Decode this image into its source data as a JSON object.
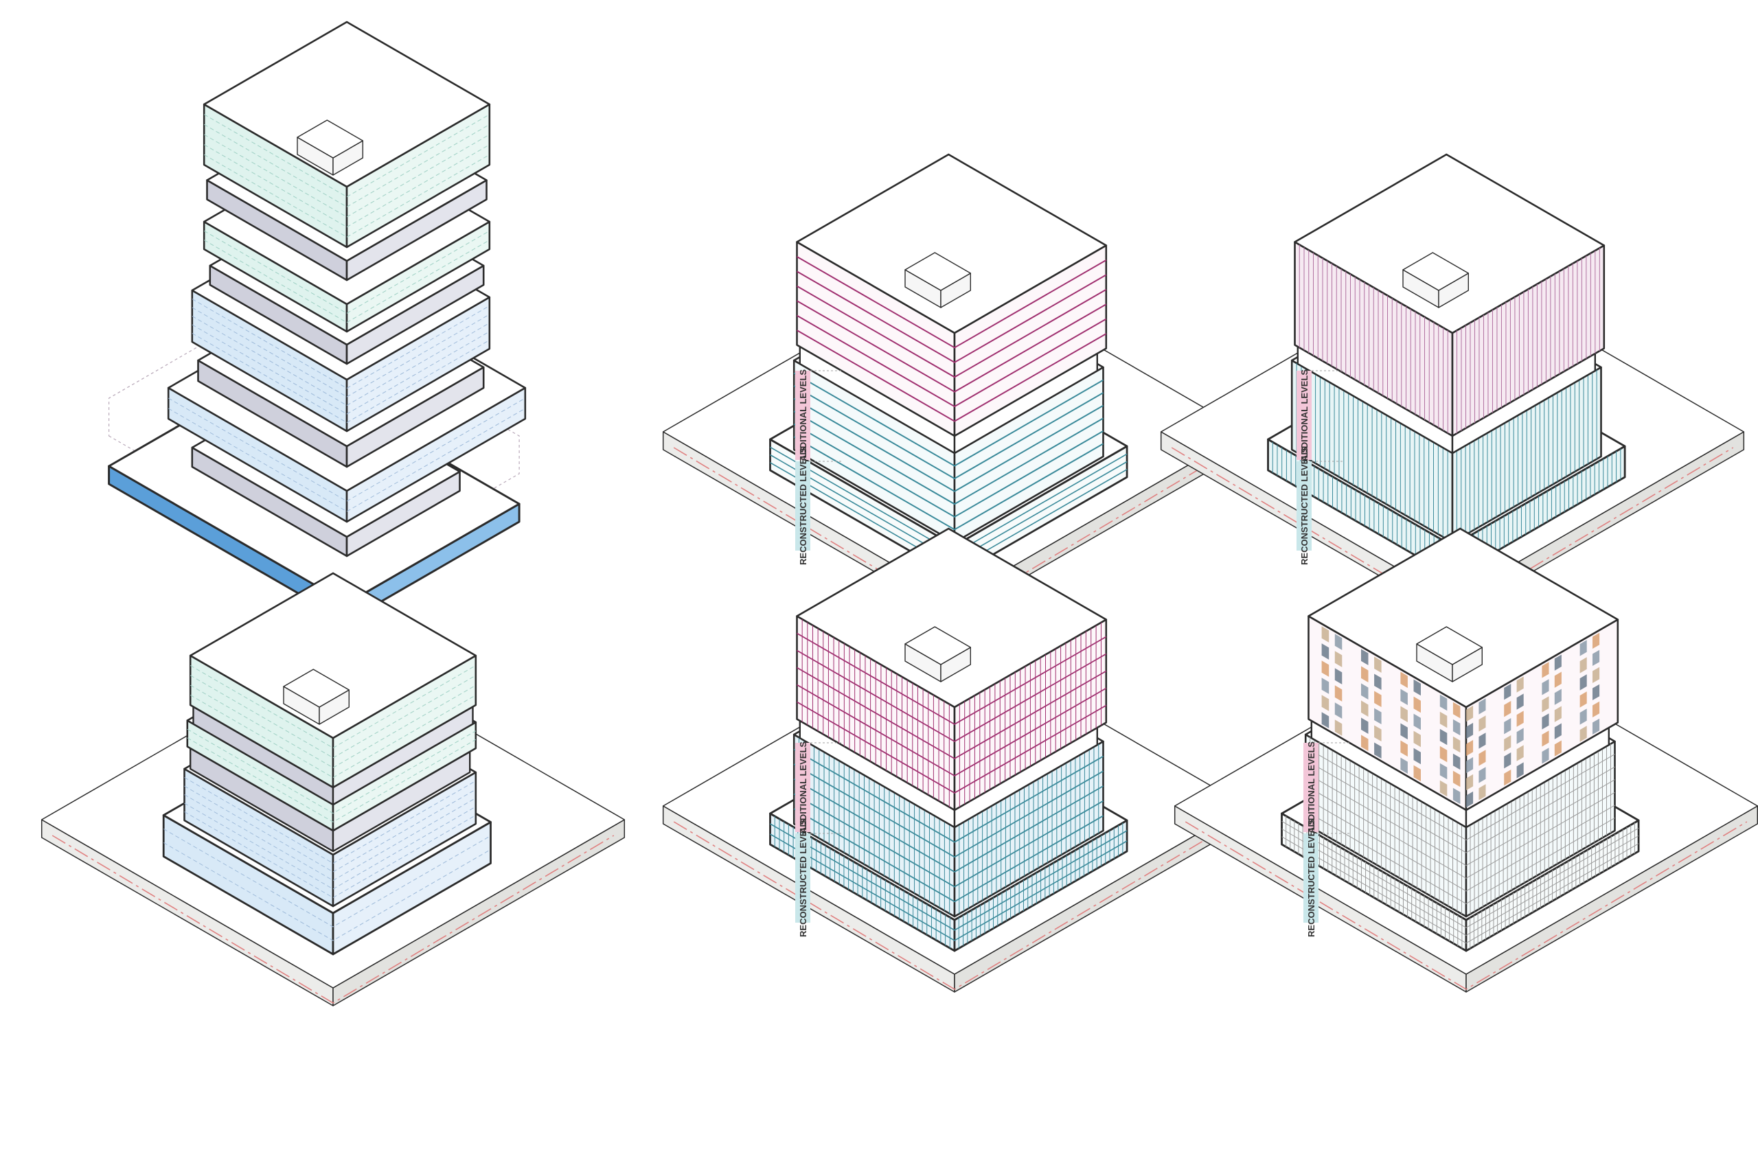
{
  "labels": {
    "additional": "ADDITIONAL LEVELS",
    "reconstructed": "RECONSTRUCTED LEVELS"
  },
  "colors": {
    "outline": "#2b2b2b",
    "top": "#ffffff",
    "mint": "#dff3ee",
    "lightblue": "#d8e9f7",
    "blue": "#5b9fd9",
    "grey": "#cfd0dc",
    "white_side": "#f2f2f2",
    "magenta": "#a03070",
    "teal": "#3a8a9a",
    "tag_pink": "#f3c6d8",
    "tag_teal": "#c9e7ea",
    "plinth": "#ececea",
    "dashed_red": "#e08080",
    "orange": "#d9a070",
    "slate": "#6a7a8a"
  },
  "diagrams": [
    {
      "id": "exploded-stack"
    },
    {
      "id": "massing-stack"
    },
    {
      "id": "horizontal-bands"
    },
    {
      "id": "vertical-fins"
    },
    {
      "id": "grid-facade"
    },
    {
      "id": "mixed-facade"
    }
  ]
}
